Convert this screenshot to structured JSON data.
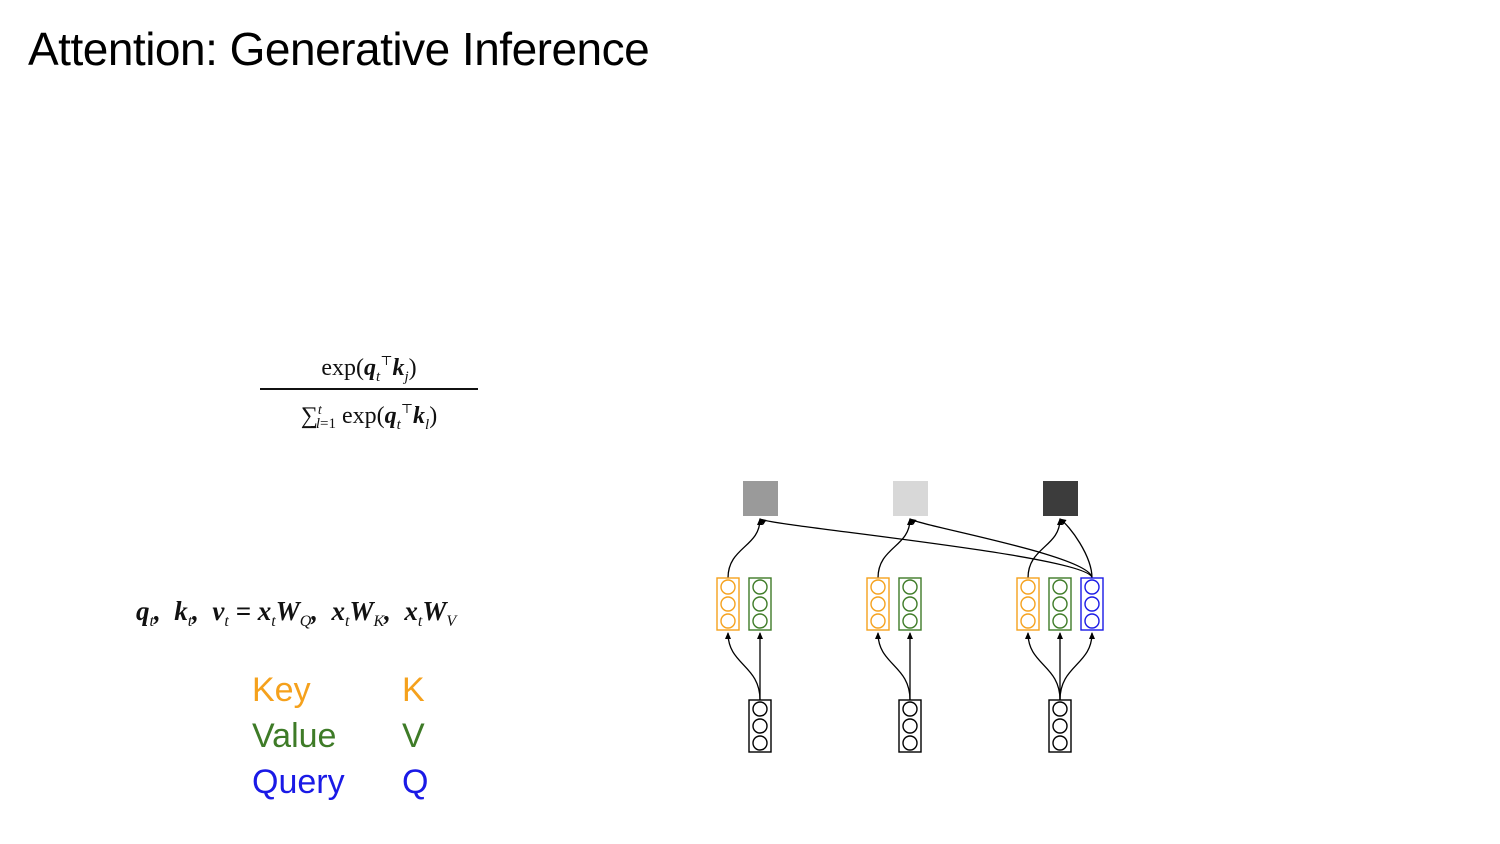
{
  "title": "Attention: Generative Inference",
  "formula": {
    "numerator": "exp(qₜᵀkⱼ)",
    "denominator": "∑ₜₗ₌₁ exp(qₜᵀkₗ)",
    "qkv_equation": "qₜ, kₜ, vₜ = xₜW_Q, xₜW_K, xₜW_V"
  },
  "legend": [
    {
      "name": "Key",
      "symbol": "K",
      "color": "#F5A11C"
    },
    {
      "name": "Value",
      "symbol": "V",
      "color": "#3E7B27"
    },
    {
      "name": "Query",
      "symbol": "Q",
      "color": "#1A1AE6"
    }
  ],
  "diagram": {
    "colors": {
      "key": "#F5A11C",
      "value": "#3E7B27",
      "query": "#1A1AE6",
      "input": "#000000"
    },
    "output_shades": [
      "#9a9a9a",
      "#d8d8d8",
      "#3c3c3c"
    ],
    "timesteps": [
      {
        "has_query": false
      },
      {
        "has_query": false
      },
      {
        "has_query": true
      }
    ]
  }
}
